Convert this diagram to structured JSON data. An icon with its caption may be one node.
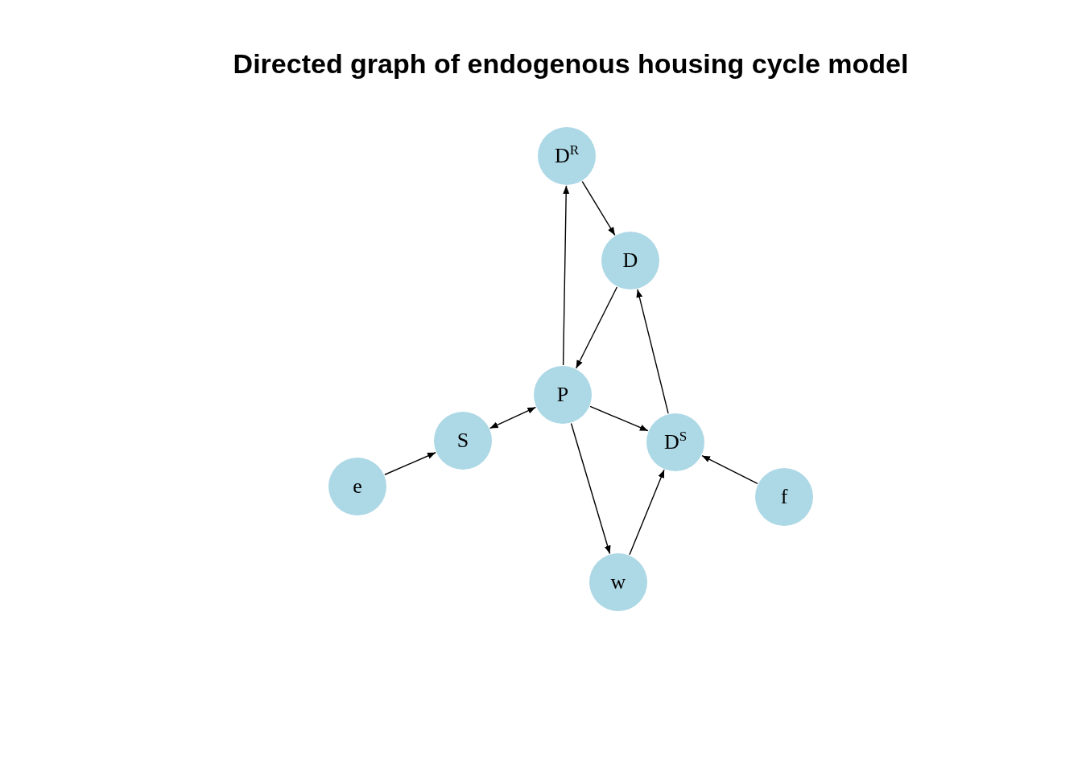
{
  "diagram": {
    "title": "Directed graph of endogenous housing cycle model",
    "nodes": [
      {
        "text": [
          "D$^{R}$"
        ]
      },
      {
        "text": [
          "D"
        ]
      },
      {
        "text": [
          "P"
        ]
      },
      {
        "text": [
          "S"
        ]
      },
      {
        "text": [
          "D$^{S}$"
        ]
      },
      {
        "text": [
          "e"
        ]
      },
      {
        "text": [
          "f"
        ]
      },
      {
        "text": [
          "w"
        ]
      }
    ],
    "edges": [
      {
        "from": 2,
        "to": 0,
        "arrow": "to"
      },
      {
        "from": 0,
        "to": 1,
        "arrow": "to"
      },
      {
        "from": 1,
        "to": 2,
        "arrow": "to"
      },
      {
        "from": 3,
        "to": 2,
        "arrow": "both"
      },
      {
        "from": 2,
        "to": 4,
        "arrow": "to"
      },
      {
        "from": 2,
        "to": 7,
        "arrow": "to"
      },
      {
        "from": 4,
        "to": 1,
        "arrow": "to"
      },
      {
        "from": 7,
        "to": 4,
        "arrow": "to"
      },
      {
        "from": 6,
        "to": 4,
        "arrow": "to"
      },
      {
        "from": 5,
        "to": 3,
        "arrow": "to"
      }
    ]
  }
}
